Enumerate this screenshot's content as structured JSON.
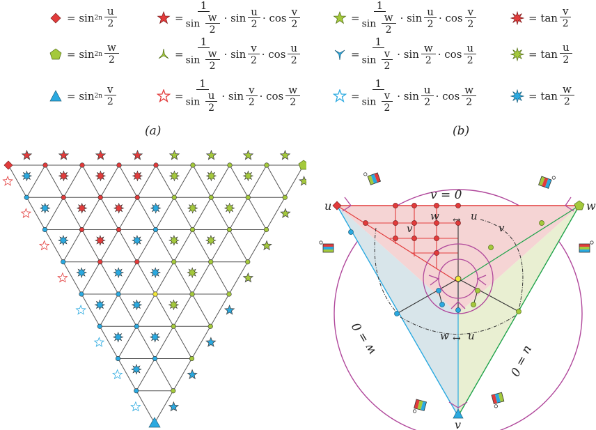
{
  "legend": {
    "row1": {
      "a": {
        "lhs": "=",
        "func": "sin",
        "exp": "2n",
        "arg_num": "u",
        "arg_den": "2"
      },
      "b": {
        "lhs": "=",
        "num": "1",
        "den_func": "sin",
        "den_arg_num": "w",
        "den_arg_den": "2",
        "t1": "· sin",
        "t1_num": "u",
        "t1_den": "2",
        "t2": "· cos",
        "t2_num": "v",
        "t2_den": "2"
      },
      "c": {
        "lhs": "=",
        "num": "1",
        "den_func": "sin",
        "den_arg_num": "w",
        "den_arg_den": "2",
        "t1": "· sin",
        "t1_num": "u",
        "t1_den": "2",
        "t2": "· cos",
        "t2_num": "v",
        "t2_den": "2"
      },
      "d": {
        "lhs": "= tan",
        "arg_num": "v",
        "arg_den": "2"
      }
    },
    "row2": {
      "a": {
        "lhs": "=",
        "func": "sin",
        "exp": "2n",
        "arg_num": "w",
        "arg_den": "2"
      },
      "b": {
        "lhs": "=",
        "num": "1",
        "den_func": "sin",
        "den_arg_num": "w",
        "den_arg_den": "2",
        "t1": "· sin",
        "t1_num": "v",
        "t1_den": "2",
        "t2": "· cos",
        "t2_num": "u",
        "t2_den": "2"
      },
      "c": {
        "lhs": "=",
        "num": "1",
        "den_func": "sin",
        "den_arg_num": "v",
        "den_arg_den": "2",
        "t1": "· sin",
        "t1_num": "w",
        "t1_den": "2",
        "t2": "· cos",
        "t2_num": "u",
        "t2_den": "2"
      },
      "d": {
        "lhs": "= tan",
        "arg_num": "u",
        "arg_den": "2"
      }
    },
    "row3": {
      "a": {
        "lhs": "=",
        "func": "sin",
        "exp": "2n",
        "arg_num": "v",
        "arg_den": "2"
      },
      "b": {
        "lhs": "=",
        "num": "1",
        "den_func": "sin",
        "den_arg_num": "u",
        "den_arg_den": "2",
        "t1": "· sin",
        "t1_num": "v",
        "t1_den": "2",
        "t2": "· cos",
        "t2_num": "w",
        "t2_den": "2"
      },
      "c": {
        "lhs": "=",
        "num": "1",
        "den_func": "sin",
        "den_arg_num": "v",
        "den_arg_den": "2",
        "t1": "· sin",
        "t1_num": "u",
        "t1_den": "2",
        "t2": "· cos",
        "t2_num": "w",
        "t2_den": "2"
      },
      "d": {
        "lhs": "= tan",
        "arg_num": "w",
        "arg_den": "2"
      }
    }
  },
  "panels": {
    "a": "(a)",
    "b": "(b)"
  },
  "diagram_b": {
    "u_label": "u",
    "w_label": "w",
    "v_label": "v",
    "v_eq": "v = 0",
    "u_eq": "u = 0",
    "w_eq": "w = 0",
    "edge_labels": {
      "w": "w",
      "u": "u",
      "v": "v"
    },
    "double_arrow": "↔"
  },
  "colors": {
    "red": "#e23b3b",
    "green": "#a4c93c",
    "blue": "#2aa9e0",
    "magenta": "#b0479b",
    "dark": "#333333",
    "pink_fill": "#f5d4d4",
    "green_fill": "#e9efd2",
    "blue_fill": "#d8e5ea"
  }
}
